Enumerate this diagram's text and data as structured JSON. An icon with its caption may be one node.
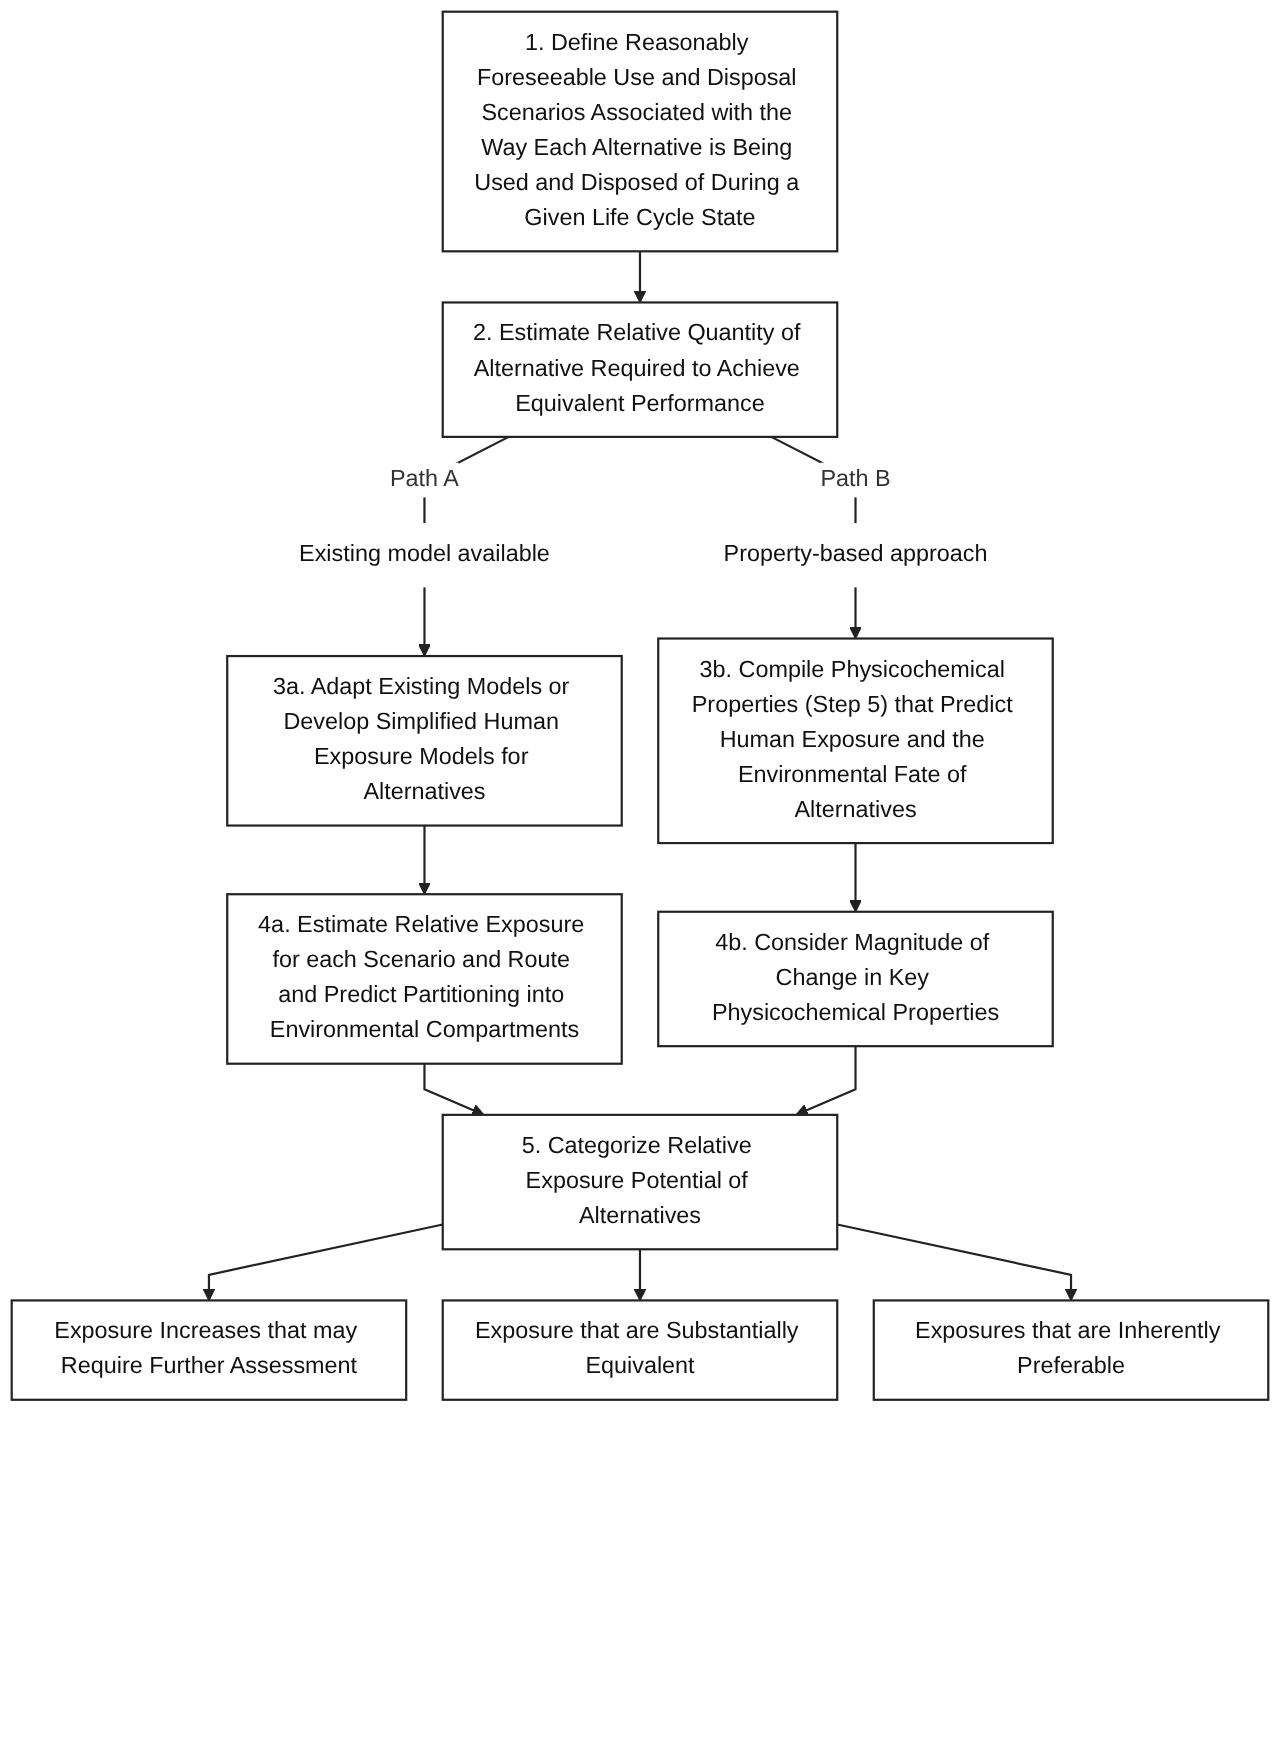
{
  "diagram": {
    "nodes": [
      {
        "text": [
          "1. Define Reasonably Foreseeable Use and Disposal Scenarios Associated with the Way Each Alternative is Being Used and Disposed of During a Given Life Cycle State"
        ]
      },
      {
        "text": [
          "2. Estimate Relative Quantity of Alternative Required to Achieve Equivalent Performance"
        ]
      },
      {
        "text": [
          "Existing model available"
        ]
      },
      {
        "text": [
          "Property-based approach"
        ]
      },
      {
        "text": [
          "3a. Adapt Existing Models or Develop Simplified Human Exposure Models for Alternatives"
        ]
      },
      {
        "text": [
          "3b. Compile Physicochemical Properties (Step 5) that Predict Human Exposure and the Environmental Fate of Alternatives"
        ]
      },
      {
        "text": [
          "4a. Estimate Relative Exposure for each Scenario and Route and Predict Partitioning into Environmental Compartments"
        ]
      },
      {
        "text": [
          "4b. Consider Magnitude of Change in Key Physicochemical Properties"
        ]
      },
      {
        "text": [
          "5. Categorize Relative Exposure Potential of Alternatives"
        ]
      },
      {
        "text": [
          "Exposure Increases that may Require Further Assessment"
        ]
      },
      {
        "text": [
          "Exposure that are Substantially Equivalent"
        ]
      },
      {
        "text": [
          "Exposures that are Inherently Preferable"
        ]
      }
    ],
    "edges": [
      {
        "from": 0,
        "to": 1,
        "arrow": "to"
      },
      {
        "from": 1,
        "to": 2,
        "arrow": "none",
        "label": "Path A"
      },
      {
        "from": 1,
        "to": 3,
        "arrow": "none",
        "label": "Path B"
      },
      {
        "from": 2,
        "to": 4,
        "arrow": "to"
      },
      {
        "from": 3,
        "to": 5,
        "arrow": "to"
      },
      {
        "from": 4,
        "to": 6,
        "arrow": "to"
      },
      {
        "from": 5,
        "to": 7,
        "arrow": "to"
      },
      {
        "from": 6,
        "to": 8,
        "arrow": "to"
      },
      {
        "from": 7,
        "to": 8,
        "arrow": "to"
      },
      {
        "from": 8,
        "to": 9,
        "arrow": "to"
      },
      {
        "from": 8,
        "to": 10,
        "arrow": "to"
      },
      {
        "from": 8,
        "to": 11,
        "arrow": "to"
      }
    ]
  }
}
